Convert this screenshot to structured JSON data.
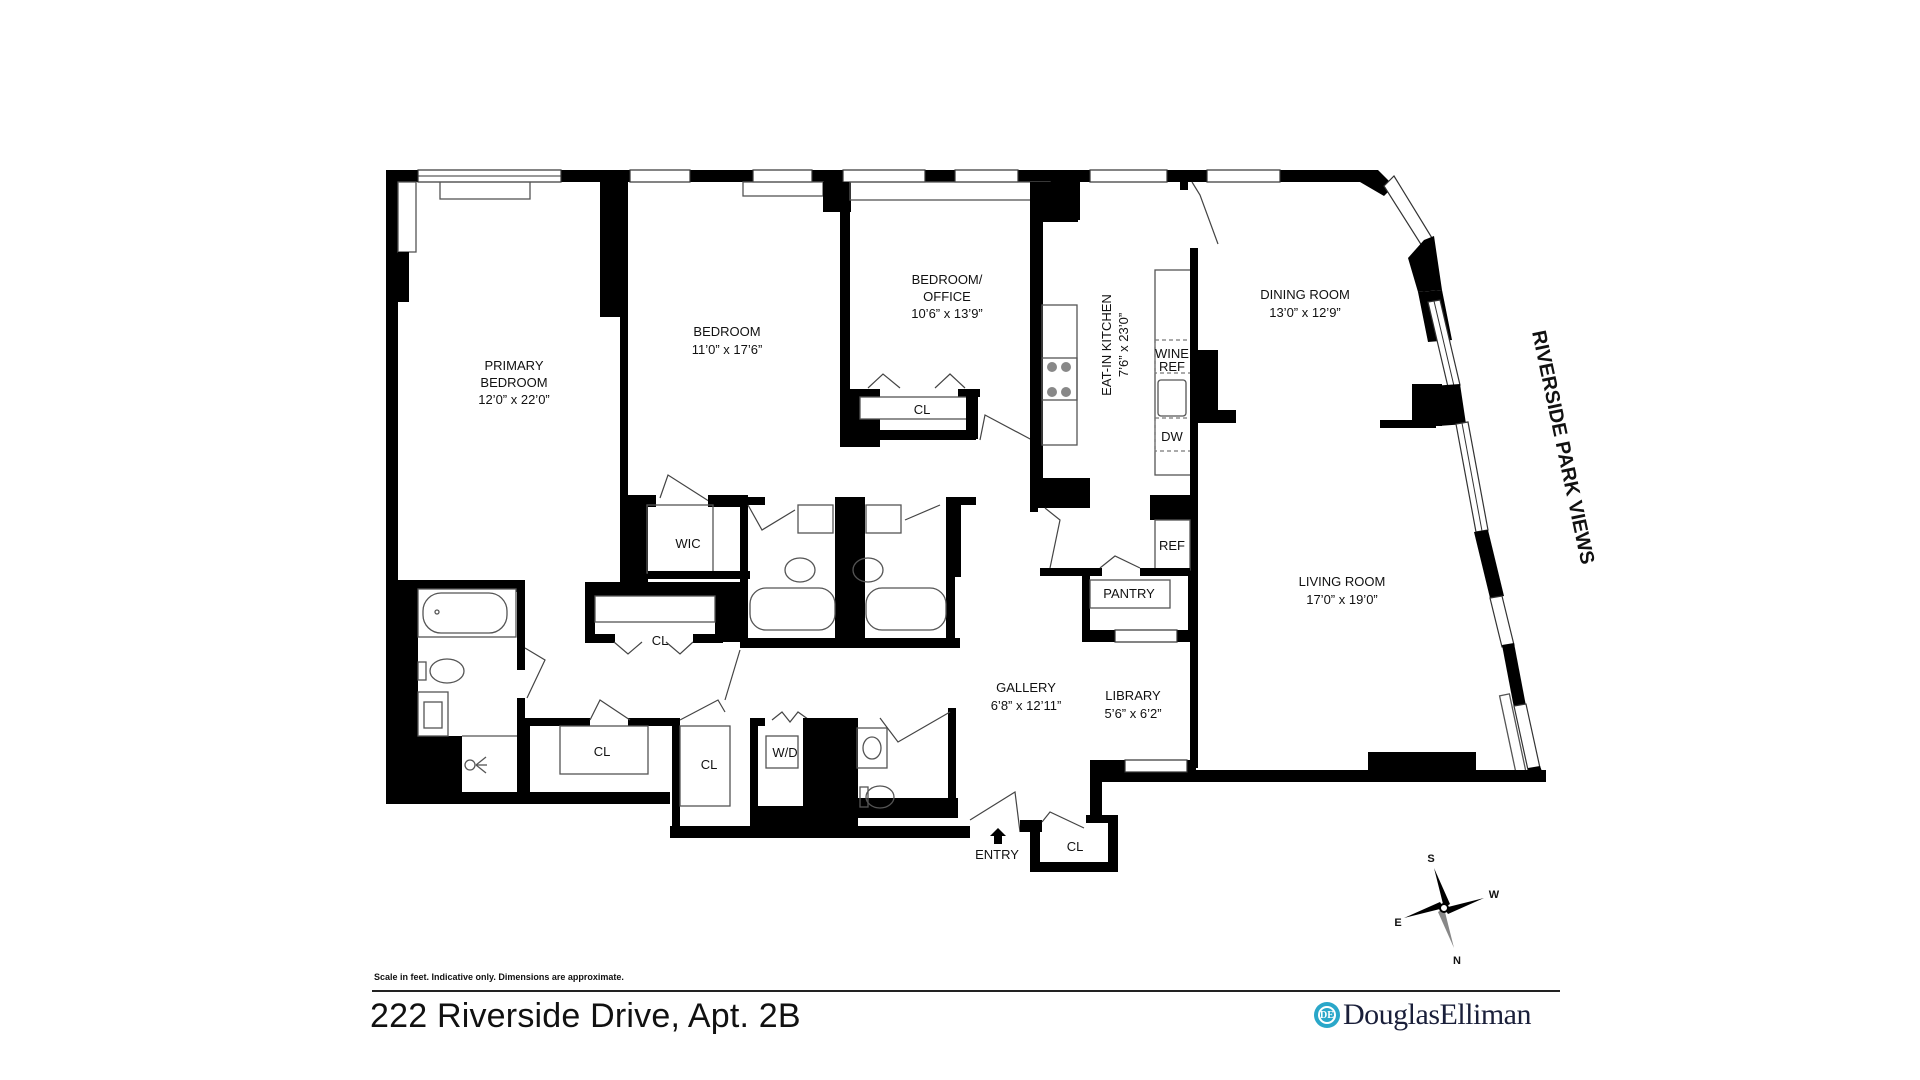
{
  "listing": {
    "address": "222 Riverside Drive, Apt. 2B",
    "disclaimer": "Scale in feet. Indicative only. Dimensions are approximate.",
    "brand": "DouglasElliman",
    "brand_mark": "DE",
    "brand_color": "#2aa7c9"
  },
  "orientation": {
    "views_label": "RIVERSIDE PARK VIEWS",
    "compass": {
      "s": "S",
      "w": "W",
      "e": "E",
      "n": "N"
    }
  },
  "rooms": {
    "primary_bedroom": {
      "name1": "PRIMARY",
      "name2": "BEDROOM",
      "dims": "12’0” x 22’0”"
    },
    "bedroom": {
      "name": "BEDROOM",
      "dims": "11’0” x 17’6”"
    },
    "bedroom_office": {
      "name1": "BEDROOM/",
      "name2": "OFFICE",
      "dims": "10’6” x 13’9”"
    },
    "kitchen": {
      "name": "EAT-IN KITCHEN",
      "dims": "7’6” x 23’0”"
    },
    "dining_room": {
      "name": "DINING ROOM",
      "dims": "13’0” x 12’9”"
    },
    "living_room": {
      "name": "LIVING ROOM",
      "dims": "17’0” x 19’0”"
    },
    "gallery": {
      "name": "GALLERY",
      "dims": "6’8” x 12’11”"
    },
    "library": {
      "name": "LIBRARY",
      "dims": "5’6” x 6’2”"
    }
  },
  "fixtures": {
    "wic": "WIC",
    "closet": "CL",
    "wd": "W/D",
    "pantry": "PANTRY",
    "ref": "REF",
    "wine1": "WINE",
    "wine2": "REF",
    "dw": "DW",
    "entry": "ENTRY"
  }
}
